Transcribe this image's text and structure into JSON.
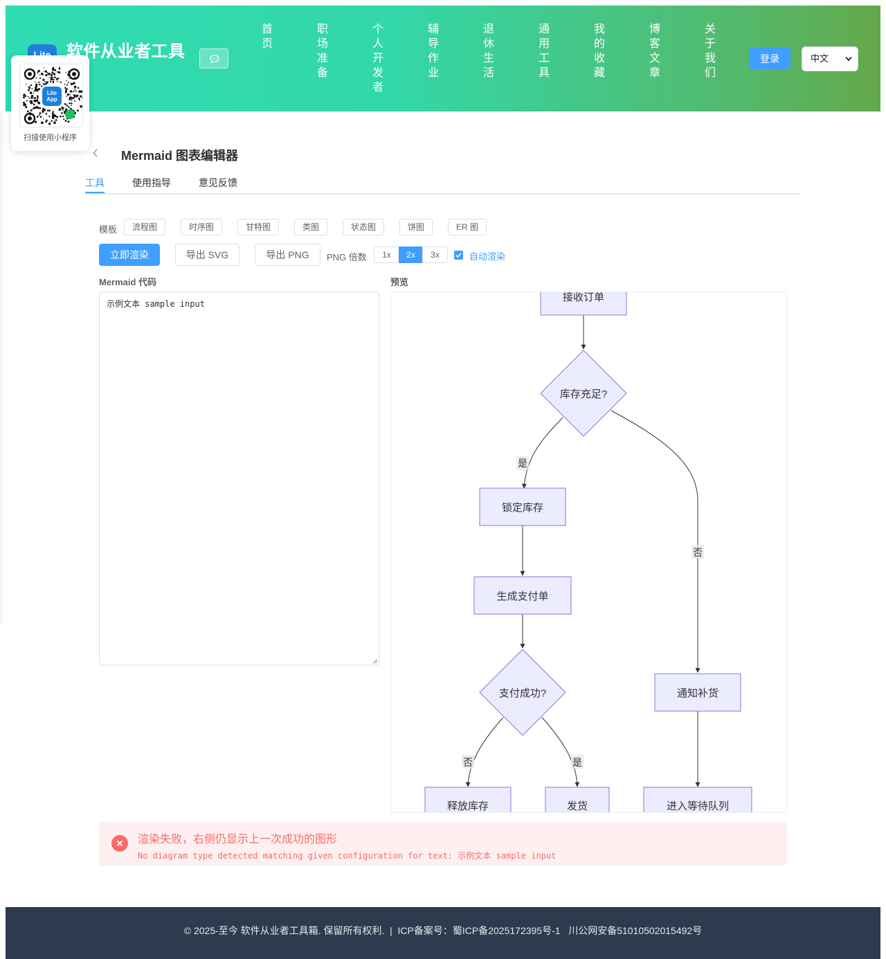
{
  "header": {
    "logo_text": "Lite",
    "brand": "软件从业者工具",
    "nav": [
      {
        "label": "首页"
      },
      {
        "label": "职场准备"
      },
      {
        "label": "个人开发者"
      },
      {
        "label": "辅导作业"
      },
      {
        "label": "退休生活"
      },
      {
        "label": "通用工具"
      },
      {
        "label": "我的收藏"
      },
      {
        "label": "博客文章"
      },
      {
        "label": "关于我们"
      }
    ],
    "login_label": "登录",
    "language": "中文"
  },
  "qr": {
    "caption": "扫描使用小程序",
    "badge_line1": "Lite",
    "badge_line2": "App"
  },
  "page": {
    "title": "Mermaid 图表编辑器",
    "tabs": [
      {
        "label": "工具",
        "active": true
      },
      {
        "label": "使用指导",
        "active": false
      },
      {
        "label": "意见反馈",
        "active": false
      }
    ]
  },
  "toolbar": {
    "template_label": "模板",
    "templates": [
      "流程图",
      "时序图",
      "甘特图",
      "类图",
      "状态图",
      "饼图",
      "ER 图"
    ],
    "render_label": "立即渲染",
    "export_svg_label": "导出 SVG",
    "export_png_label": "导出 PNG",
    "png_scale_label": "PNG 倍数",
    "scales": [
      "1x",
      "2x",
      "3x"
    ],
    "selected_scale": "2x",
    "auto_render_label": "自动渲染",
    "auto_render_checked": true
  },
  "editor": {
    "code_label": "Mermaid 代码",
    "code_value": "示例文本 sample input",
    "preview_label": "预览"
  },
  "diagram": {
    "nodes": {
      "receive": "接收订单",
      "stock_check": "库存充足?",
      "lock": "锁定库存",
      "pay_order": "生成支付单",
      "pay_ok": "支付成功?",
      "notify": "通知补货",
      "release": "释放库存",
      "ship": "发货",
      "queue": "进入等待队列"
    },
    "edge_labels": {
      "yes_1": "是",
      "no_1": "否",
      "no_2": "否",
      "yes_2": "是"
    },
    "colors": {
      "node_fill": "#ececff",
      "node_stroke": "#9370db",
      "edge": "#333333"
    }
  },
  "alert": {
    "title": "渲染失败，右侧仍显示上一次成功的图形",
    "description": "No diagram type detected matching given configuration for text: 示例文本 sample input",
    "color": "#f56c6c"
  },
  "footer": {
    "text": "© 2025-至今 软件从业者工具箱. 保留所有权利.  |  ICP备案号：蜀ICP备2025172395号-1   川公网安备51010502015492号"
  }
}
